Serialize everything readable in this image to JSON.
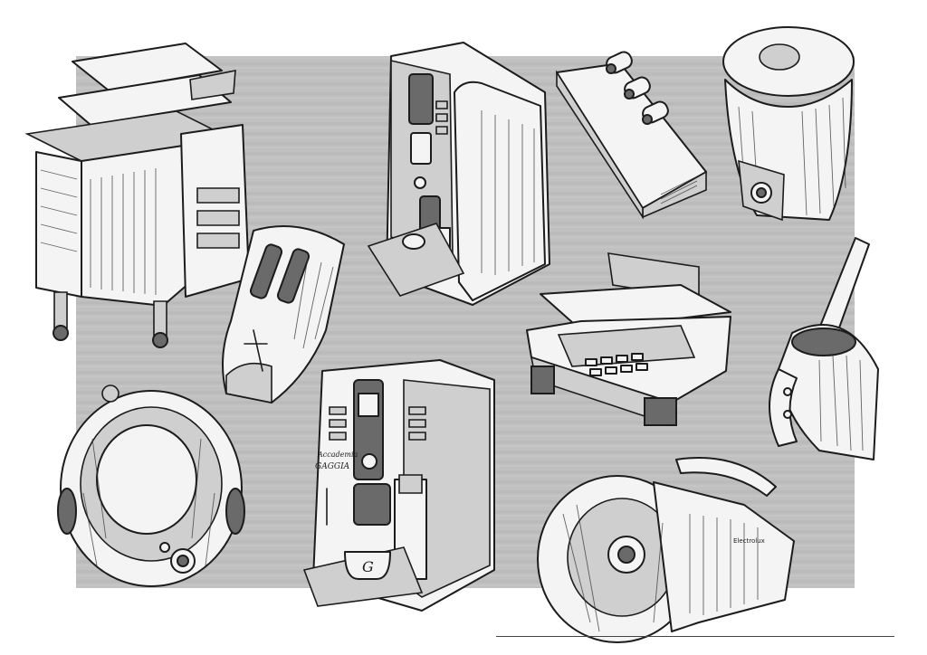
{
  "drawing": {
    "background_color": "#c0c0c0",
    "ink_color": "#1c1c1c",
    "paper_color": "#ffffff"
  },
  "labels": {
    "espresso_brand_script": "Accademia",
    "espresso_brand_name": "GAGGIA",
    "cup_letter": "G",
    "vacuum_badge": "Electrolux"
  }
}
